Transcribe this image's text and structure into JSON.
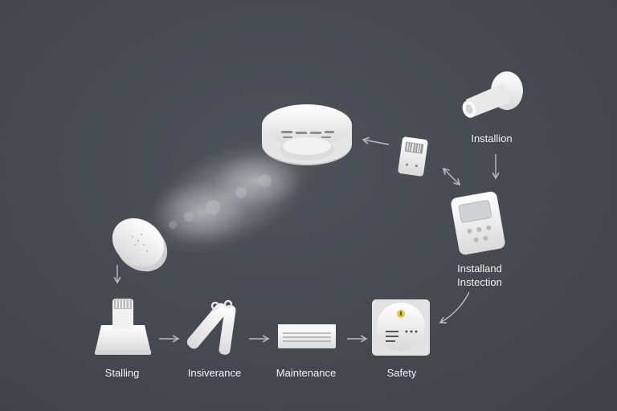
{
  "labels": {
    "installation": "Installion",
    "installand_line1": "Installand",
    "installand_line2": "Instection",
    "stalling": "Stalling",
    "insiverance": "Insiverance",
    "maintenance": "Maintenance",
    "safety": "Safety"
  },
  "icons": {
    "smoke_detector": "smoke-detector-icon",
    "smoke_cloud": "smoke-cloud-icon",
    "round_sensor": "round-sensor-icon",
    "wall_mount": "wall-mount-sensor-icon",
    "remote": "remote-control-icon",
    "control_panel": "control-panel-icon",
    "stand_detector": "stand-detector-icon",
    "battery_tool": "battery-tool-icon",
    "vent_strip": "vent-strip-icon",
    "safety_panel": "safety-panel-icon"
  },
  "colors": {
    "background": "#484b52",
    "device": "#eeeeee",
    "arrow": "#b8bbc0",
    "indicator": "#e0c34a"
  }
}
